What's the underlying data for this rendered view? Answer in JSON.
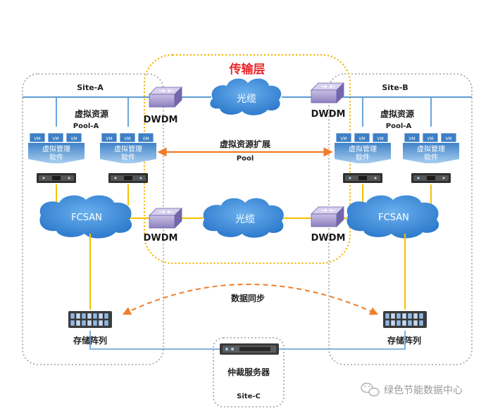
{
  "transport_layer": {
    "title": "传输层"
  },
  "sites": {
    "a": {
      "name": "Site-A"
    },
    "b": {
      "name": "Site-B"
    },
    "c": {
      "name": "Site-C"
    }
  },
  "pools": {
    "a": {
      "title": "虚拟资源",
      "subtitle": "Pool-A"
    },
    "b": {
      "title": "虚拟资源",
      "subtitle": "Pool-A"
    }
  },
  "vm_label": "VM",
  "vmm": {
    "line1": "虚拟管理",
    "line2": "软件"
  },
  "dwdm_label": "DWDM",
  "fiber_label": "光缆",
  "fcsan_label": "FCSAN",
  "pool_extension": {
    "line1": "虚拟资源扩展",
    "line2": "Pool"
  },
  "data_sync_label": "数据同步",
  "storage_label": "存储阵列",
  "arbiter_label": "仲裁服务器",
  "watermark": {
    "text": "绿色节能数据中心"
  },
  "colors": {
    "site_border": "#a0a0a0",
    "transport_border": "#f5b400",
    "transport_title": "#e8262a",
    "cloud": "#3d8ad6",
    "link_blue": "#5b9bd5",
    "link_yellow": "#f5c200",
    "arrow_orange": "#f07d2a"
  }
}
